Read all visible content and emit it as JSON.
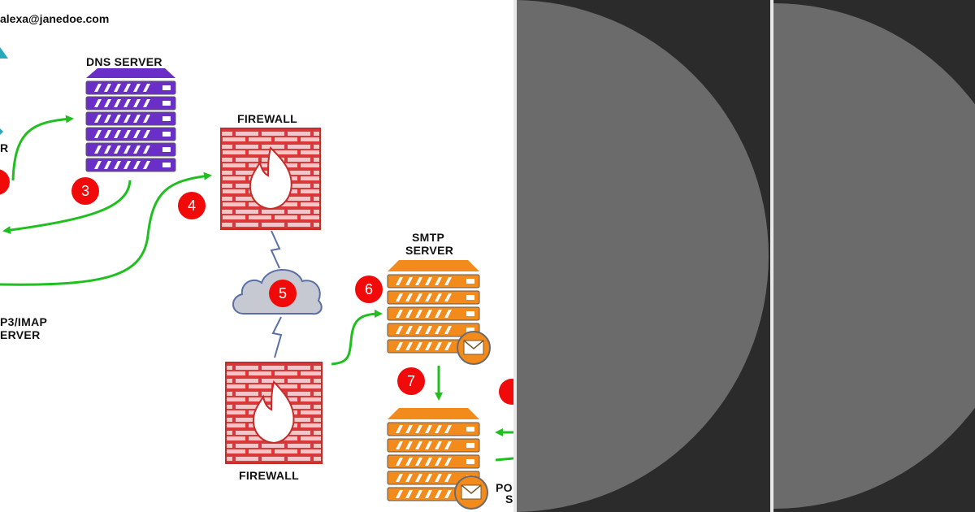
{
  "diagram": {
    "email": "alexa@janedoe.com",
    "labels": {
      "dns_server": "DNS SERVER",
      "firewall_top": "FIREWALL",
      "firewall_bottom": "FIREWALL",
      "smtp_server_1": "SMTP",
      "smtp_server_2": "SERVER",
      "pop3_server_1": "P3/IMAP",
      "pop3_server_2": "ERVER",
      "partial_left": "R",
      "pop_bottom_1": "PO",
      "pop_bottom_2": "S"
    },
    "badges": [
      "3",
      "4",
      "5",
      "6",
      "7"
    ],
    "colors": {
      "dns": "#6a2fc7",
      "firewall": "#e04a4a",
      "smtp": "#f28a1c",
      "arrow": "#1fbf1f",
      "badge": "#f00a0a",
      "cloud": "#c6c9d1"
    }
  },
  "panels": {
    "background": "#2b2b2b",
    "disc_color": "#6b6b6b"
  }
}
